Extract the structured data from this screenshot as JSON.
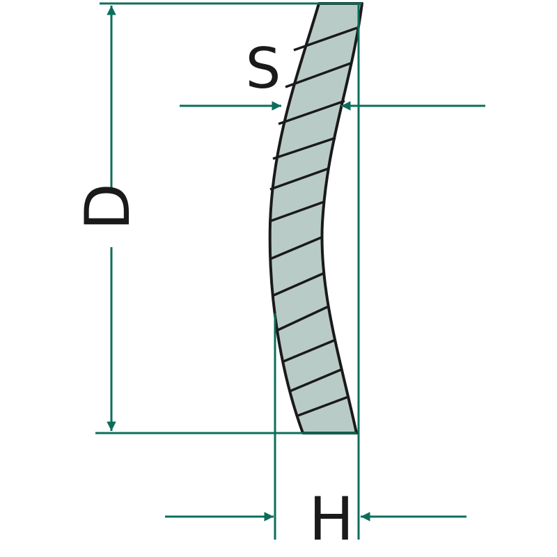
{
  "labels": {
    "diameter": "D",
    "thickness": "S",
    "height": "H"
  },
  "colors": {
    "dimension_line": "#0b6e5a",
    "profile_fill": "#b9cbc7",
    "profile_outline": "#1a1a1a"
  }
}
